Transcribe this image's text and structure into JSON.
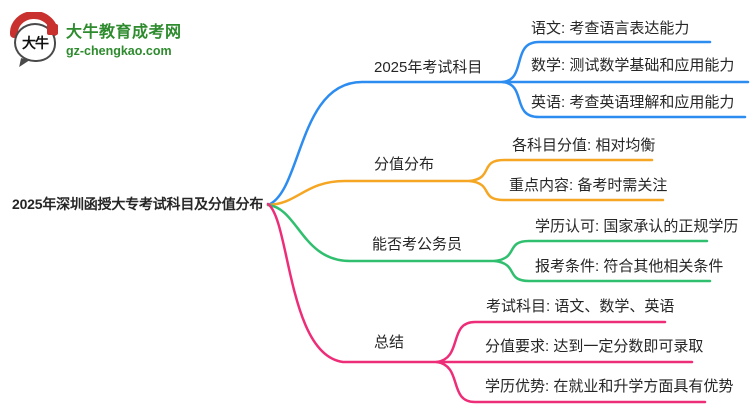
{
  "brand": {
    "logo_chars": "大牛",
    "name": "大牛教育成考网",
    "domain": "gz-chengkao.com"
  },
  "root": {
    "label": "2025年深圳函授大专考试科目及分值分布"
  },
  "branches": [
    {
      "label": "2025年考试科目",
      "color": "#2d8cf0",
      "children": [
        "语文: 考查语言表达能力",
        "数学: 测试数学基础和应用能力",
        "英语: 考查英语理解和应用能力"
      ]
    },
    {
      "label": "分值分布",
      "color": "#f5a623",
      "children": [
        "各科目分值: 相对均衡",
        "重点内容: 备考时需关注"
      ]
    },
    {
      "label": "能否考公务员",
      "color": "#2fbf6e",
      "children": [
        "学历认可: 国家承认的正规学历",
        "报考条件: 符合其他相关条件"
      ]
    },
    {
      "label": "总结",
      "color": "#ee2d79",
      "children": [
        "考试科目: 语文、数学、英语",
        "分值要求: 达到一定分数即可录取",
        "学历优势: 在就业和升学方面具有优势"
      ]
    }
  ]
}
